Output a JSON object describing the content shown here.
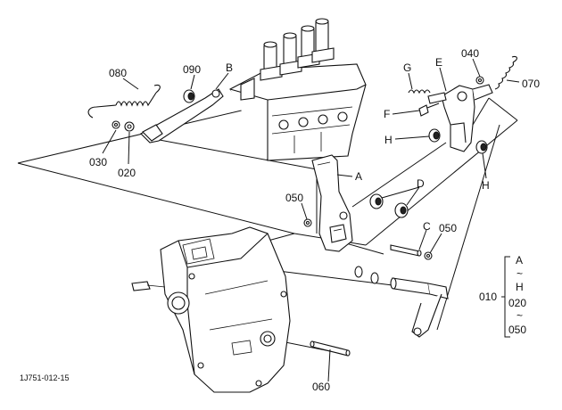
{
  "diagram_id": "1J751-012-15",
  "callouts": {
    "p080": "080",
    "p090": "090",
    "pB": "B",
    "p030": "030",
    "p020": "020",
    "pG": "G",
    "pE": "E",
    "p040": "040",
    "p070": "070",
    "pF": "F",
    "pH1": "H",
    "pH2": "H",
    "pA": "A",
    "pD": "D",
    "p050a": "050",
    "pC": "C",
    "p050b": "050",
    "p060": "060"
  },
  "range": {
    "main": "010",
    "lines": [
      "A",
      "~",
      "H",
      "020",
      "~",
      "050"
    ]
  }
}
